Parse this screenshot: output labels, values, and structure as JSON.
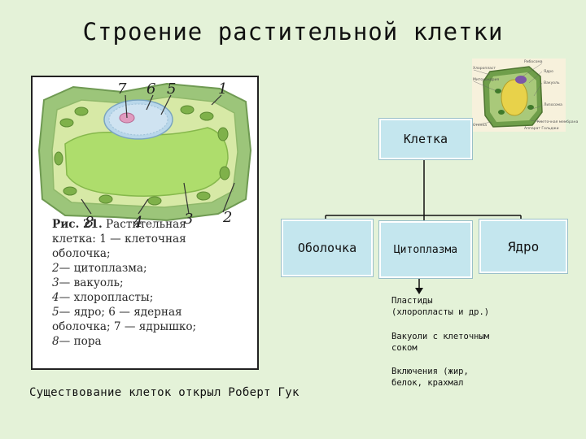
{
  "title": "Строение растительной клетки",
  "figure": {
    "numbers_top": [
      "7",
      "6",
      "5",
      "1"
    ],
    "numbers_bottom": [
      "8",
      "4",
      "3",
      "2"
    ],
    "caption": [
      {
        "num": "Рис. 21.",
        "text": " Растительная"
      },
      {
        "num": "",
        "text": "клетка: 1 — клеточная"
      },
      {
        "num": "",
        "text": "оболочка;"
      },
      {
        "num": "2",
        "text": "— цитоплазма;"
      },
      {
        "num": "3",
        "text": "— вакуоль;"
      },
      {
        "num": "4",
        "text": "— хлоропласты;"
      },
      {
        "num": "5",
        "text": "— ядро; 6 — ядерная"
      },
      {
        "num": "",
        "text": "оболочка; 7 — ядрышко;"
      },
      {
        "num": "8",
        "text": "— пора"
      }
    ]
  },
  "footer": "Существование клеток открыл Роберт Гук",
  "thumbnail": {
    "labels": [
      "Рибосома",
      "Ядро",
      "Вакуоль",
      "Хлоропласт",
      "Митохондрия",
      "Лизосома",
      "Стенка",
      "Клеточная мембрана",
      "Аппарат Гольджи"
    ]
  },
  "hierarchy": {
    "root": "Клетка",
    "children": [
      "Оболочка",
      "Цитоплазма",
      "Ядро"
    ],
    "cytoplasm_items": [
      [
        "Пластиды",
        "(хлоропласты и др.)"
      ],
      [
        "Вакуоли с клеточным",
        "соком"
      ],
      [
        "Включения (жир,",
        "белок, крахмал"
      ]
    ]
  },
  "colors": {
    "background": "#e4f2d8",
    "box_fill": "#c4e6ee",
    "cell_wall": "#9cc57a",
    "cytoplasm": "#c9e08e",
    "vacuole": "#aedd6c",
    "nucleus": "#b9d7ea"
  }
}
